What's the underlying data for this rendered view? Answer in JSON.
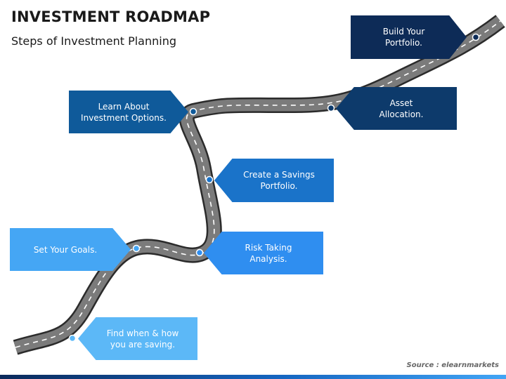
{
  "header": {
    "title": "INVESTMENT ROADMAP",
    "subtitle": "Steps of Investment Planning"
  },
  "steps": [
    {
      "label": "Build Your\nPortfolio.",
      "color": "#0d2b57"
    },
    {
      "label": "Asset\nAllocation.",
      "color": "#0d3a6b"
    },
    {
      "label": "Learn About\nInvestment Options.",
      "color": "#0f5a9a"
    },
    {
      "label": "Create a Savings\nPortfolio.",
      "color": "#1a73c9"
    },
    {
      "label": "Risk Taking\nAnalysis.",
      "color": "#2f8ef0"
    },
    {
      "label": "Set Your Goals.",
      "color": "#45a6f4"
    },
    {
      "label": "Find when & how\nyou are saving.",
      "color": "#5cb8f7"
    }
  ],
  "road": {
    "color": "#7b7b7b",
    "edge": "#2b2b2b",
    "dash": "#ffffff"
  },
  "footer": {
    "source": "Source : elearnmarkets"
  }
}
